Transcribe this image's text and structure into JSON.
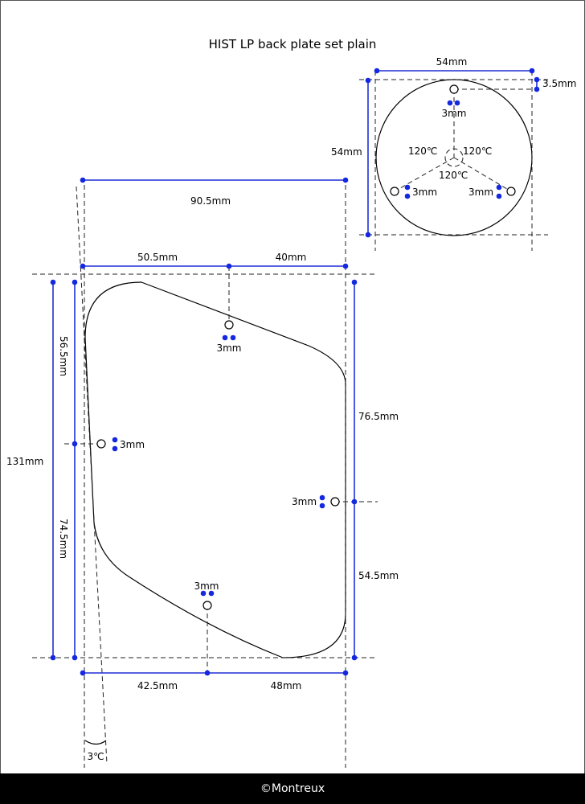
{
  "title": "HIST LP back plate set plain",
  "footer": "©Montreux",
  "colors": {
    "outline": "#000000",
    "dimension_line": "#1f2fd6",
    "dimension_dot": "#1428e0",
    "footer_bg": "#000000",
    "footer_text": "#ffffff"
  },
  "round_plate": {
    "width_label": "54mm",
    "height_label": "54mm",
    "hole_offset_label": "3.5mm",
    "hole_top_label": "3mm",
    "hole_left_label": "3mm",
    "hole_right_label": "3mm",
    "angle_left": "120℃",
    "angle_right": "120℃",
    "angle_bottom": "120℃"
  },
  "main_plate": {
    "total_width_label": "90.5mm",
    "top_left_width_label": "50.5mm",
    "top_right_width_label": "40mm",
    "total_height_label": "131mm",
    "left_upper_height_label": "56.5mm",
    "left_lower_height_label": "74.5mm",
    "right_upper_height_label": "76.5mm",
    "right_lower_height_label": "54.5mm",
    "bottom_left_width_label": "42.5mm",
    "bottom_right_width_label": "48mm",
    "hole_top_label": "3mm",
    "hole_left_label": "3mm",
    "hole_right_label": "3mm",
    "hole_bottom_label": "3mm",
    "taper_angle_label": "3℃"
  }
}
